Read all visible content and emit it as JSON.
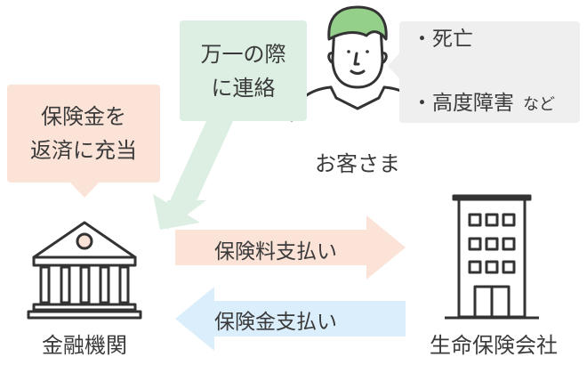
{
  "bubbles": {
    "repay": "保険金を\n返済に充当",
    "contact": "万一の際\nに連絡",
    "conditions": [
      "・死亡",
      "・高度障害"
    ],
    "conditions_suffix": "など"
  },
  "nodes": {
    "customer": "お客さま",
    "bank": "金融機関",
    "insurer": "生命保険会社"
  },
  "arrows": {
    "premium": "保険料支払い",
    "benefit": "保険金支払い"
  },
  "colors": {
    "salmon": "#fbe3d8",
    "green": "#dcefe2",
    "gray": "#efefef",
    "blue": "#dbeefb",
    "stroke": "#333333",
    "skin": "#ffffff",
    "hair": "#95d08b"
  }
}
